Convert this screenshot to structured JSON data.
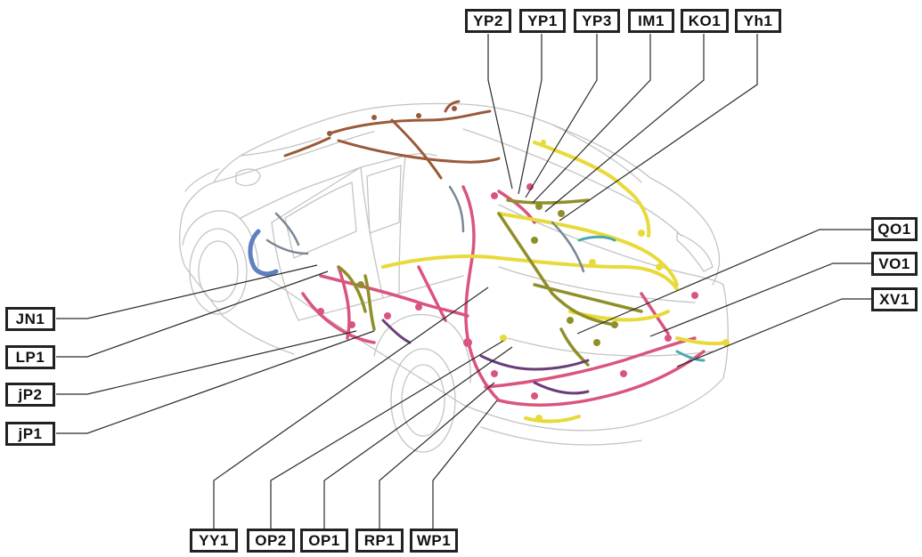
{
  "labels": {
    "YP2": "YP2",
    "YP1": "YP1",
    "YP3": "YP3",
    "IM1": "IM1",
    "KO1": "KO1",
    "Yh1": "Yh1",
    "QO1": "QO1",
    "VO1": "VO1",
    "XV1": "XV1",
    "JN1": "JN1",
    "LP1": "LP1",
    "jP2": "jP2",
    "jP1": "jP1",
    "YY1": "YY1",
    "OP2": "OP2",
    "OP1": "OP1",
    "RP1": "RP1",
    "WP1": "WP1"
  },
  "colors": {
    "car_outline": "#bfbfbf",
    "leader_line": "#2a2a2a",
    "harness_pink": "#d9557e",
    "harness_yellow": "#e8da3a",
    "harness_olive": "#8f8f2a",
    "harness_purple": "#6b3d7a",
    "harness_brown": "#9a5a3a",
    "harness_blue": "#5f7fc0",
    "harness_teal": "#4fa6b0",
    "harness_grey": "#7b8796"
  }
}
